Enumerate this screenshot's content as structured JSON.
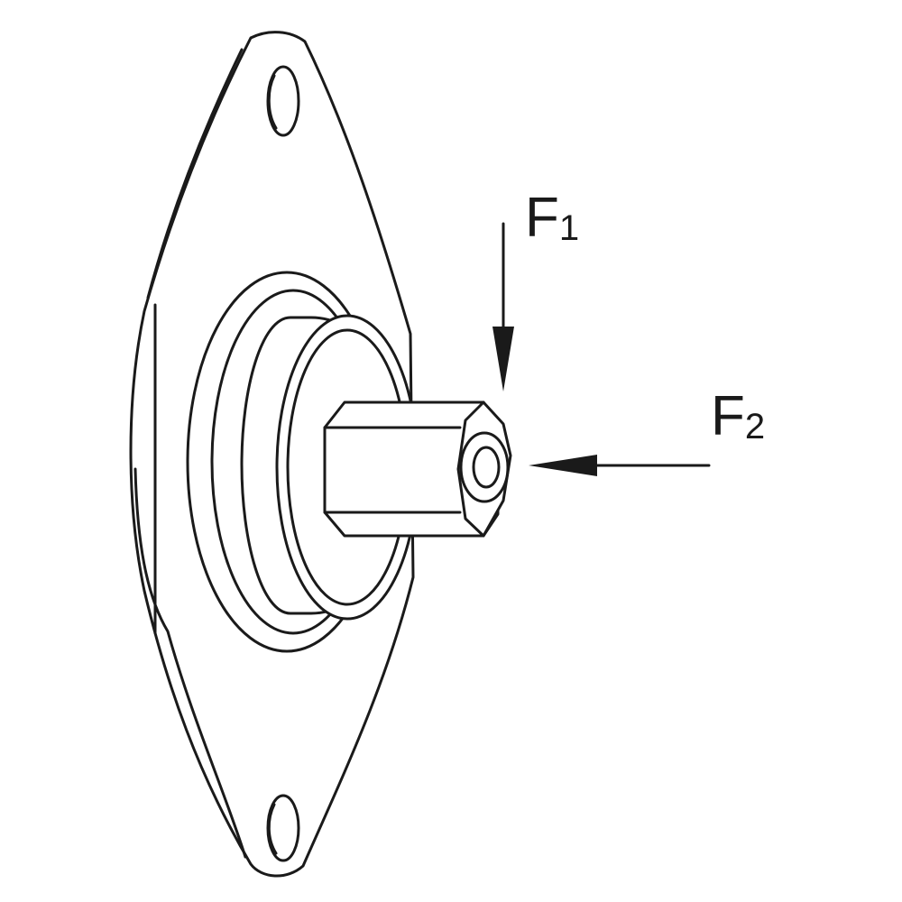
{
  "diagram": {
    "labels": {
      "force_1": {
        "letter": "F",
        "subscript": "1"
      },
      "force_2": {
        "letter": "F",
        "subscript": "2"
      }
    },
    "colors": {
      "line": "#1a1a1a",
      "background": "#ffffff"
    }
  }
}
